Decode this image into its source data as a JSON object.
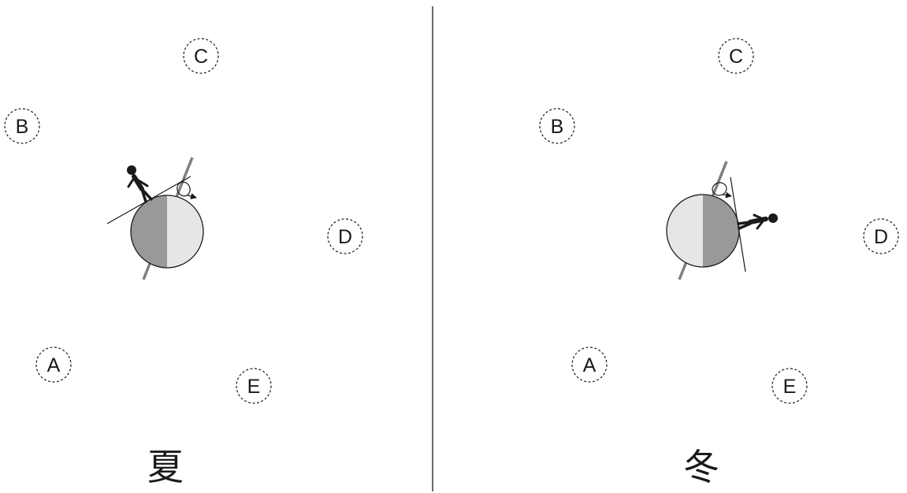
{
  "left_panel": {
    "season_label": "夏",
    "markers": {
      "c": "C",
      "b": "B",
      "d": "D",
      "a": "A",
      "e": "E"
    }
  },
  "right_panel": {
    "season_label": "冬",
    "markers": {
      "c": "C",
      "b": "B",
      "d": "D",
      "a": "A",
      "e": "E"
    }
  },
  "colors": {
    "night_side": "#999999",
    "day_side": "#e6e6e6",
    "axis": "#808080",
    "outline": "#1a1a1a",
    "marker_ring": "#1a1a1a"
  },
  "icons": [
    "earth-globe-icon",
    "person-icon",
    "rotation-arrow-icon",
    "dashed-circle-marker"
  ]
}
